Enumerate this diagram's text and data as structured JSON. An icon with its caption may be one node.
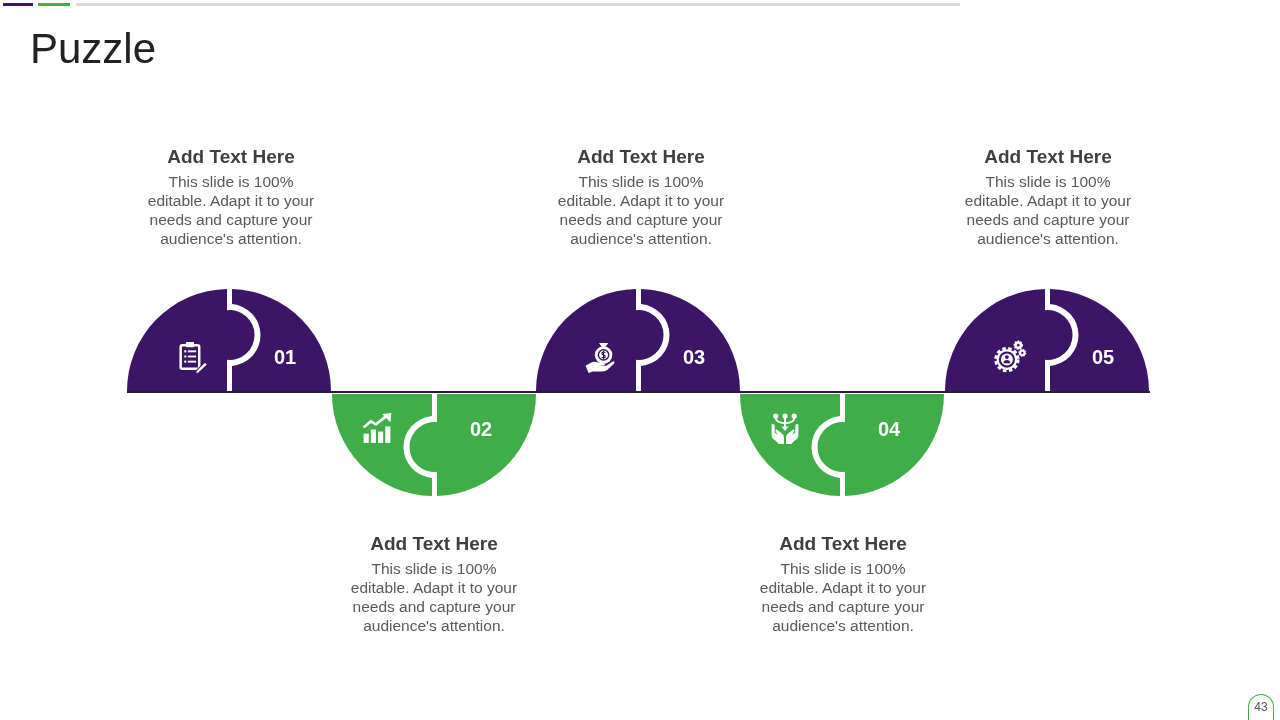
{
  "diagram": {
    "title": "Puzzle",
    "nodes": [
      {
        "text": [
          "01"
        ],
        "beside": [
          "Add Text Here",
          "This slide is 100% editable. Adapt it to your needs and capture your audience's attention."
        ]
      },
      {
        "text": [
          "02"
        ],
        "beside": [
          "Add Text Here",
          "This slide is 100% editable. Adapt it to your needs and capture your audience's attention."
        ]
      },
      {
        "text": [
          "03"
        ],
        "beside": [
          "Add Text Here",
          "This slide is 100% editable. Adapt it to your needs and capture your audience's attention."
        ]
      },
      {
        "text": [
          "04"
        ],
        "beside": [
          "Add Text Here",
          "This slide is 100% editable. Adapt it to your needs and capture your audience's attention."
        ]
      },
      {
        "text": [
          "05"
        ],
        "beside": [
          "Add Text Here",
          "This slide is 100% editable. Adapt it to your needs and capture your audience's attention."
        ]
      }
    ],
    "labels": [
      "43"
    ]
  }
}
